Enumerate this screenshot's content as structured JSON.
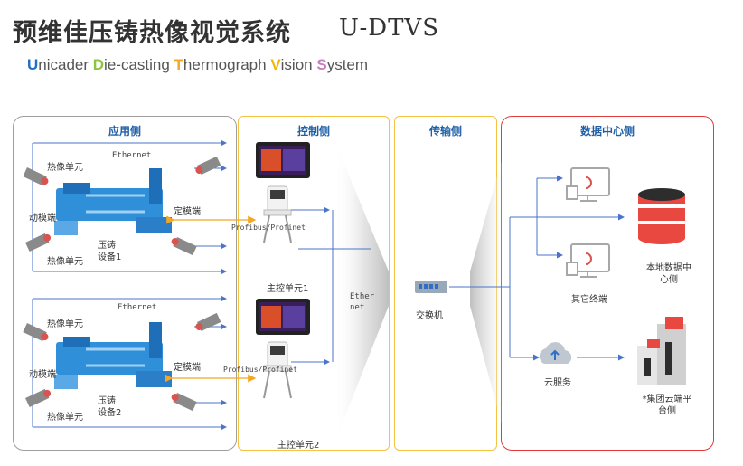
{
  "title": {
    "cn": "预维佳压铸热像视觉系统",
    "en": "U-DTVS",
    "subtitle": [
      {
        "initial": "U",
        "rest": "nicader ",
        "color": "#1f6fc7"
      },
      {
        "initial": "D",
        "rest": "ie-casting ",
        "color": "#8cc63f"
      },
      {
        "initial": "T",
        "rest": "hermograph ",
        "color": "#f5a623"
      },
      {
        "initial": "V",
        "rest": "ision ",
        "color": "#f2b705"
      },
      {
        "initial": "S",
        "rest": "ystem",
        "color": "#c77fb8"
      }
    ]
  },
  "panels": {
    "application": {
      "title": "应用侧"
    },
    "control": {
      "title": "控制侧"
    },
    "transport": {
      "title": "传输侧"
    },
    "datacenter": {
      "title": "数据中心侧"
    }
  },
  "application": {
    "unit1": {
      "ethernet": "Ethernet",
      "camera_top": "热像单元",
      "camera_bottom": "热像单元",
      "moving_side": "动模端",
      "fixed_side": "定模端",
      "machine": "压铸设备1"
    },
    "unit2": {
      "ethernet": "Ethernet",
      "camera_top": "热像单元",
      "camera_bottom": "热像单元",
      "moving_side": "动模端",
      "fixed_side": "定模端",
      "machine": "压铸设备2"
    }
  },
  "control": {
    "unit1": {
      "label": "主控单元1",
      "bus": "Profibus/Profinet"
    },
    "unit2": {
      "label": "主控单元2",
      "bus": "Profibus/Profinet"
    }
  },
  "transport": {
    "ethernet": "Ethernet",
    "switch": "交换机"
  },
  "datacenter": {
    "local_dc": "本地数据中心侧",
    "other_terminals": "其它终端",
    "cloud_service": "云服务",
    "group_cloud": "*集团云端平台侧"
  },
  "colors": {
    "application_border": "#9e9e9e",
    "control_border": "#f5c242",
    "transport_border": "#f5c242",
    "datacenter_border": "#e03a3a",
    "panel_title": "#1f5fa6",
    "arrow": "#4a74c9",
    "bus_arrow": "#f5a623",
    "machine": "#2f8fd8",
    "database_red": "#e8483f"
  }
}
